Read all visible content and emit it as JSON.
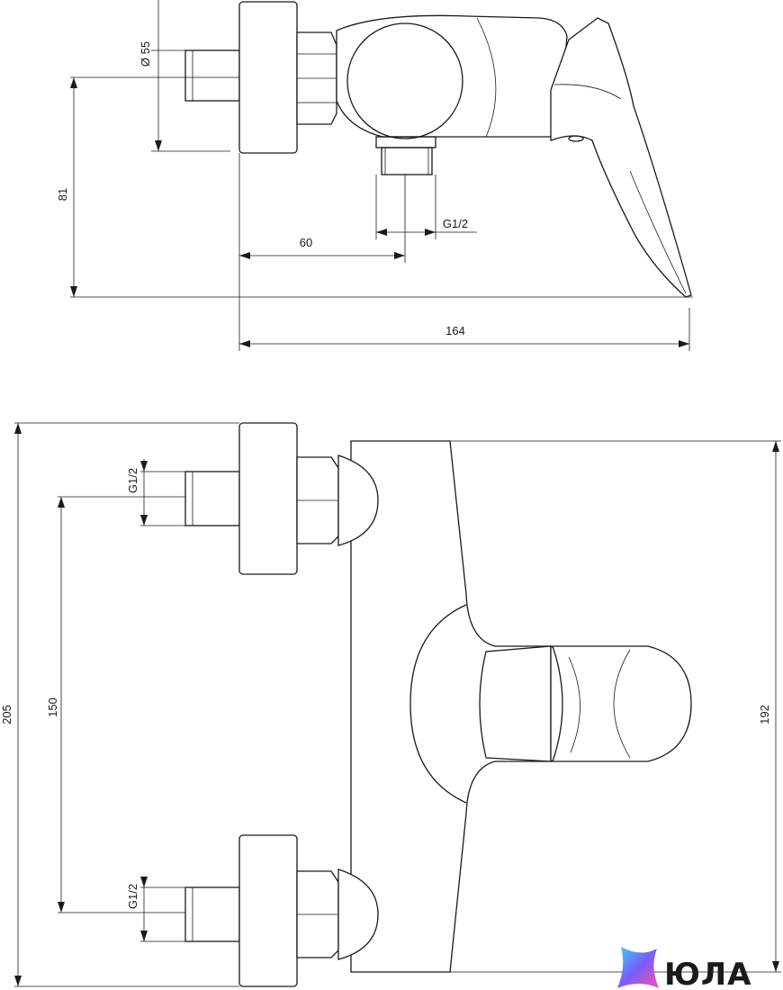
{
  "side_view": {
    "dims": {
      "diameter": "Ø 55",
      "height": "81",
      "offset": "60",
      "thread": "G1/2",
      "length": "164"
    }
  },
  "front_view": {
    "dims": {
      "thread_top": "G1/2",
      "thread_bottom": "G1/2",
      "spacing": "150",
      "total_height": "205",
      "body_height": "192"
    }
  },
  "logo": {
    "text": "ЮЛА",
    "icon": "yula-star-icon",
    "gradient": [
      "#3ad1f0",
      "#7a5cff",
      "#ff4fa3"
    ]
  }
}
